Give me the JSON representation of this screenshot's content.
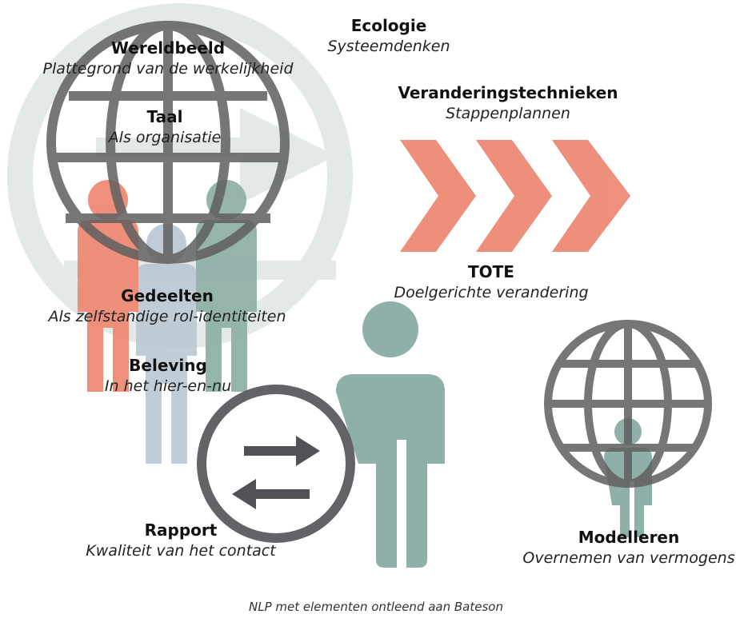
{
  "colors": {
    "salmon": "#ee8a75",
    "teal": "#8fb0a8",
    "bluegray": "#b9c6d2",
    "globe": "#6b6b6b",
    "ring": "#e3e9e8"
  },
  "labels": [
    {
      "id": "wereldbeeld",
      "title": "Wereldbeeld",
      "subtitle": "Plattegrond van de werkelijkheid"
    },
    {
      "id": "ecologie",
      "title": "Ecologie",
      "subtitle": "Systeemdenken"
    },
    {
      "id": "taal",
      "title": "Taal",
      "subtitle": "Als organisatie"
    },
    {
      "id": "veranderingstechnieken",
      "title": "Veranderingstechnieken",
      "subtitle": "Stappenplannen"
    },
    {
      "id": "tote",
      "title": "TOTE",
      "subtitle": "Doelgerichte verandering"
    },
    {
      "id": "gedeelten",
      "title": "Gedeelten",
      "subtitle": "Als zelfstandige rol-identiteiten"
    },
    {
      "id": "beleving",
      "title": "Beleving",
      "subtitle": "In het hier-en-nu"
    },
    {
      "id": "rapport",
      "title": "Rapport",
      "subtitle": "Kwaliteit van het contact"
    },
    {
      "id": "modelleren",
      "title": "Modelleren",
      "subtitle": "Overnemen van vermogens"
    }
  ],
  "caption": "NLP met elementen ontleend aan Bateson"
}
